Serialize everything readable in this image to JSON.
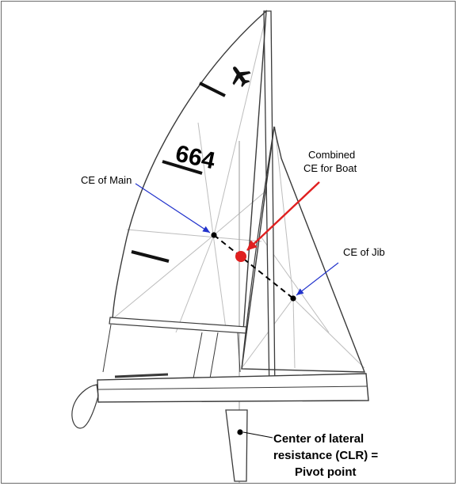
{
  "sail_number": "664",
  "labels": {
    "ce_main": "CE of Main",
    "combined_line1": "Combined",
    "combined_line2": "CE for Boat",
    "ce_jib": "CE of Jib",
    "clr_line1": "Center of lateral",
    "clr_line2": "resistance (CLR) =",
    "clr_line3": "Pivot point"
  },
  "icons": {
    "insignia": "airplane-icon"
  },
  "colors": {
    "combined_point": "#e02020",
    "combined_arrow": "#e02020",
    "ce_arrows": "#2233cc",
    "outline": "#3a3a3a",
    "construction_lines": "#b8b8b8"
  }
}
